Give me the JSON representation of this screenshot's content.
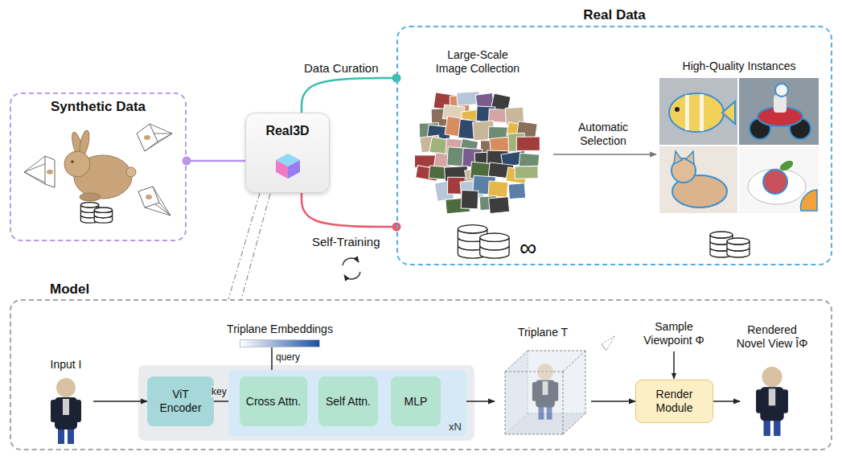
{
  "diagram": {
    "nodes": [
      {
        "text": [
          "Synthetic Data"
        ]
      },
      {
        "text": [
          "Real3D"
        ]
      },
      {
        "text": [
          "Real Data"
        ]
      },
      {
        "text": [
          "Large-Scale Image Collection"
        ],
        "in": 2
      },
      {
        "text": [
          "High-Quality Instances"
        ],
        "in": 2
      },
      {
        "text": [
          "Model"
        ]
      },
      {
        "text": [
          "Input I"
        ],
        "in": 5
      },
      {
        "text": [
          "ViT Encoder"
        ],
        "in": 5
      },
      {
        "text": [
          "xN"
        ],
        "in": 5
      },
      {
        "text": [
          "Cross Attn."
        ],
        "in": 8
      },
      {
        "text": [
          "Self Attn."
        ],
        "in": 8
      },
      {
        "text": [
          "MLP"
        ],
        "in": 8
      },
      {
        "text": [
          "Triplane Embeddings"
        ],
        "in": 5
      },
      {
        "text": [
          "Triplane T"
        ],
        "in": 5
      },
      {
        "text": [
          "Render Module"
        ],
        "in": 5
      },
      {
        "text": [
          "Rendered Novel View ÎΦ"
        ],
        "in": 5
      }
    ],
    "edges": [
      {
        "from": 0,
        "to": 1,
        "arrow": "none"
      },
      {
        "from": 1,
        "to": 2,
        "label": "Data Curation",
        "arrow": "none"
      },
      {
        "from": 1,
        "to": 2,
        "label": "Self-Training",
        "arrow": "none"
      },
      {
        "from": 1,
        "to": 5,
        "arrow": "none"
      },
      {
        "from": 3,
        "to": 4,
        "label": "Automatic Selection",
        "arrow": "to"
      },
      {
        "from": 6,
        "to": 7,
        "arrow": "to"
      },
      {
        "from": 7,
        "to": 9,
        "label": "key",
        "arrow": "to"
      },
      {
        "from": 9,
        "to": 10,
        "arrow": "to"
      },
      {
        "from": 10,
        "to": 11,
        "arrow": "to"
      },
      {
        "from": 12,
        "to": 9,
        "label": "query",
        "arrow": "to"
      },
      {
        "from": 8,
        "to": 13,
        "arrow": "to"
      },
      {
        "from": 13,
        "to": 14,
        "arrow": "to"
      },
      {
        "from": 14,
        "to": 15,
        "arrow": "to"
      }
    ],
    "labels": [
      "Sample Viewpoint Φ",
      "∞"
    ]
  }
}
